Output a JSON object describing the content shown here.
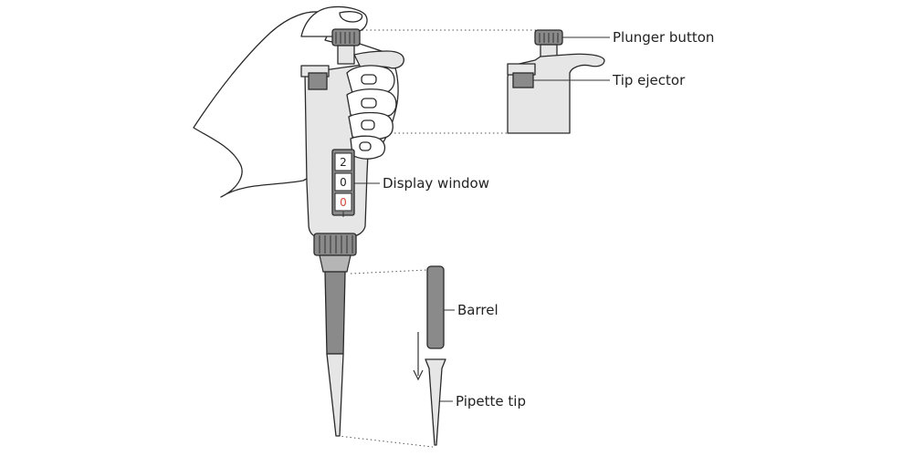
{
  "labels": {
    "plunger_button": "Plunger button",
    "tip_ejector": "Tip ejector",
    "display_window": "Display window",
    "barrel": "Barrel",
    "pipette_tip": "Pipette tip"
  },
  "display_digits": [
    "2",
    "0",
    "0"
  ],
  "colors": {
    "last_digit": "#d9463a",
    "body": "#e6e6e6",
    "dark_parts": "#8a8a8a"
  }
}
